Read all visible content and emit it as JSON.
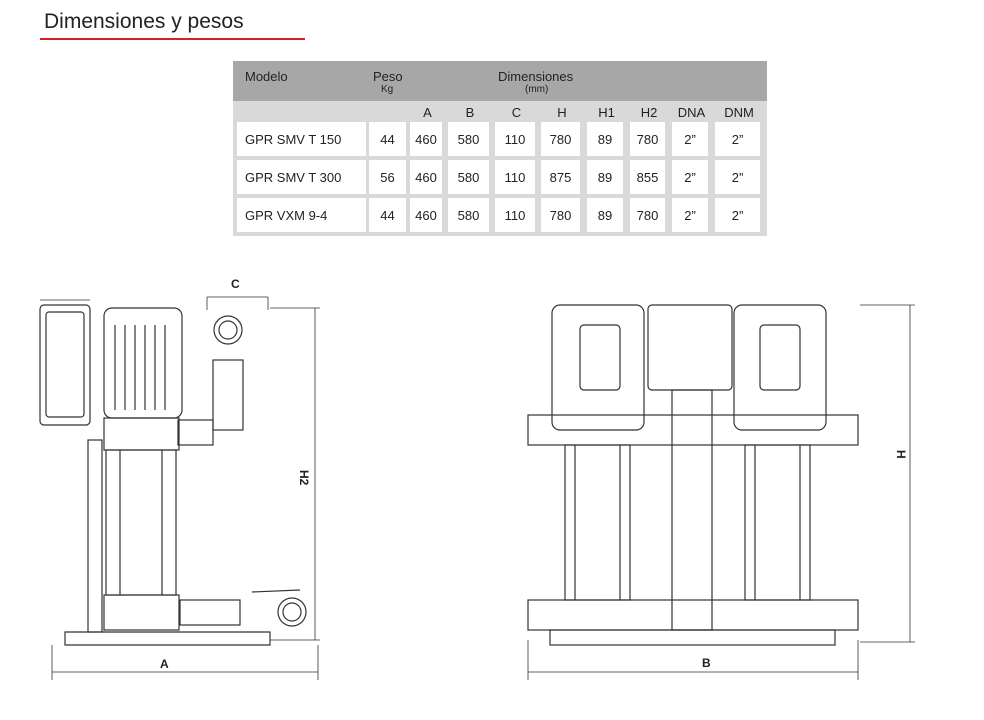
{
  "title": "Dimensiones y pesos",
  "table": {
    "h_model": "Modelo",
    "h_peso": "Peso",
    "h_kg": "Kg",
    "h_dim": "Dimensiones",
    "h_mm": "(mm)",
    "cols": [
      "A",
      "B",
      "C",
      "H",
      "H1",
      "H2",
      "DNA",
      "DNM"
    ],
    "rows": [
      {
        "model": "GPR SMV T 150",
        "peso": "44",
        "vals": [
          "460",
          "580",
          "110",
          "780",
          "89",
          "780",
          "2”",
          "2”"
        ]
      },
      {
        "model": "GPR SMV T 300",
        "peso": "56",
        "vals": [
          "460",
          "580",
          "110",
          "875",
          "89",
          "855",
          "2”",
          "2”"
        ]
      },
      {
        "model": "GPR VXM 9-4",
        "peso": "44",
        "vals": [
          "460",
          "580",
          "110",
          "780",
          "89",
          "780",
          "2”",
          "2”"
        ]
      }
    ]
  },
  "drawing": {
    "label_c": "C",
    "label_h2": "H2",
    "label_a": "A",
    "label_b": "B",
    "label_h": "H"
  }
}
